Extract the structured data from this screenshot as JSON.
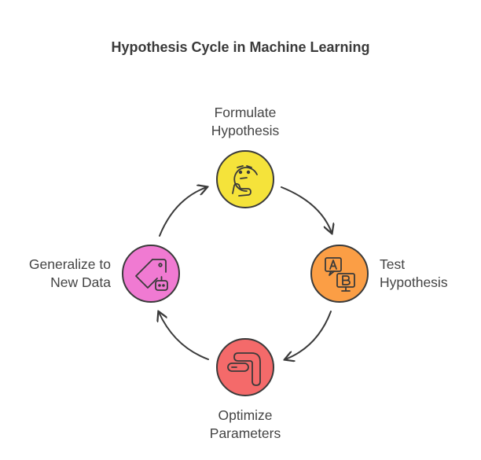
{
  "title": "Hypothesis Cycle in Machine Learning",
  "steps": [
    {
      "line1": "Formulate",
      "line2": "Hypothesis",
      "color": "#f5e33a",
      "icon": "thinking-face-icon"
    },
    {
      "line1": "Test",
      "line2": "Hypothesis",
      "color": "#fb9e45",
      "icon": "ab-test-icon"
    },
    {
      "line1": "Optimize",
      "line2": "Parameters",
      "color": "#f46a6a",
      "icon": "route-arrow-icon"
    },
    {
      "line1": "Generalize to",
      "line2": "New Data",
      "color": "#f07ad2",
      "icon": "price-tag-robot-icon"
    }
  ],
  "arrow_color": "#3a3a3a",
  "icon_stroke_color": "#3a3a3a"
}
